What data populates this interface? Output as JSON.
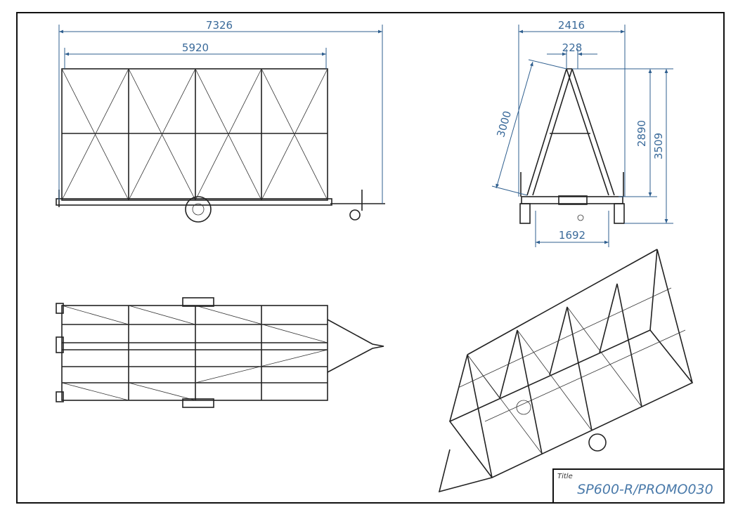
{
  "drawing": {
    "side_view": {
      "overall_length": "7326",
      "frame_length": "5920"
    },
    "front_view": {
      "overall_width": "2416",
      "apex_width": "228",
      "frame_slant": "3000",
      "frame_height": "2890",
      "overall_height": "3509",
      "track_width": "1692"
    },
    "title_block": {
      "label": "Title",
      "value": "SP600-R/PROMO030"
    },
    "colors": {
      "dimension": "#3a6a9a",
      "lines": "#222222"
    }
  }
}
